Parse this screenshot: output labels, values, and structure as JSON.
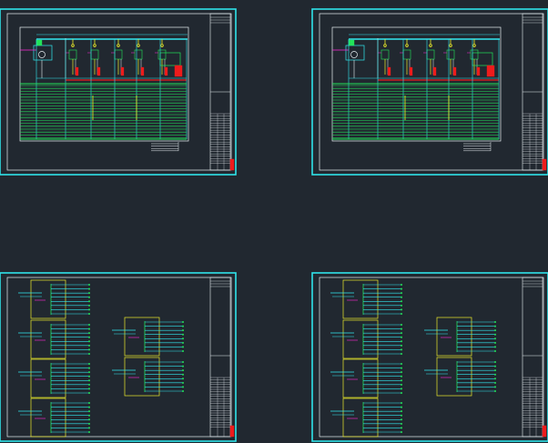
{
  "viewport": {
    "background": "#212830"
  },
  "palette": {
    "frame": "#2fe3ea",
    "white": "#e8eef2",
    "green": "#22e35a",
    "yellow": "#ecec2a",
    "cyan": "#32e8f0",
    "magenta": "#ff28d8",
    "red": "#ee1c1c"
  },
  "sheets": [
    {
      "id": "sheet-top-left",
      "kind": "switchgear-elevation"
    },
    {
      "id": "sheet-top-right",
      "kind": "switchgear-elevation"
    },
    {
      "id": "sheet-bottom-left",
      "kind": "distribution-schematic"
    },
    {
      "id": "sheet-bottom-right",
      "kind": "distribution-schematic"
    }
  ]
}
